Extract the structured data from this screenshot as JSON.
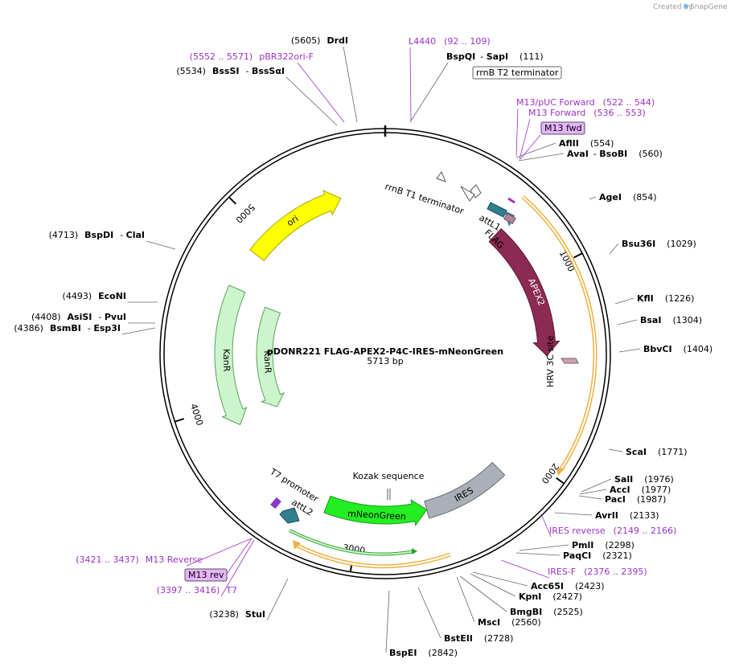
{
  "credit": {
    "prefix": "Created by",
    "brand": "SnapGene"
  },
  "plasmid": {
    "name": "pDONR221 FLAG-APEX2-P4C-IRES-mNeonGreen",
    "size_label": "5713 bp",
    "length": 5713
  },
  "ticks": [
    {
      "bp": 1000,
      "label": "1000"
    },
    {
      "bp": 2000,
      "label": "2000"
    },
    {
      "bp": 3000,
      "label": "3000"
    },
    {
      "bp": 4000,
      "label": "4000"
    },
    {
      "bp": 5000,
      "label": "5000"
    }
  ],
  "features": [
    {
      "name": "ori",
      "label": "ori",
      "start": 4880,
      "end": 5460,
      "dir": 1,
      "color": "#ffff00",
      "stroke": "#a8a800",
      "ring": 3,
      "labelOn": true
    },
    {
      "name": "kanr-outer",
      "label": "KanR",
      "start": 3870,
      "end": 4660,
      "dir": -1,
      "color": "#ccf5cc",
      "stroke": "#5aa05a",
      "ring": 3,
      "labelOn": true
    },
    {
      "name": "kanr-inner",
      "label": "KanR",
      "start": 3870,
      "end": 4620,
      "dir": -1,
      "color": "#ccf5cc",
      "stroke": "#5aa05a",
      "ring": 2,
      "labelOn": true
    },
    {
      "name": "apex2",
      "label": "APEX2",
      "start": 680,
      "end": 1440,
      "dir": 1,
      "color": "#8b2a52",
      "stroke": "#5a1a35",
      "ring": 3,
      "labelOn": true
    },
    {
      "name": "ires",
      "label": "IRES",
      "start": 2150,
      "end": 2620,
      "dir": 0,
      "color": "#a9b0b8",
      "stroke": "#6a7078",
      "ring": 3,
      "labelOn": true
    },
    {
      "name": "mneongreen",
      "label": "mNeonGreen",
      "start": 2620,
      "end": 3190,
      "dir": -1,
      "color": "#22ee22",
      "stroke": "#1a9a1a",
      "ring": 3,
      "labelOn": true
    }
  ],
  "feature_texts": [
    {
      "name": "rrnb-t1-label",
      "text": "rrnB T1 terminator"
    },
    {
      "name": "attl1-label",
      "text": "attL1"
    },
    {
      "name": "flag-label",
      "text": "FLAG"
    },
    {
      "name": "hrv3c-label",
      "text": "HRV 3C site"
    },
    {
      "name": "attl2-label",
      "text": "attL2"
    },
    {
      "name": "t7promoter-label",
      "text": "T7 promoter"
    },
    {
      "name": "kozak-label",
      "text": "Kozak sequence"
    },
    {
      "name": "rrnb-t2-label",
      "text": "rrnB T2 terminator"
    }
  ],
  "enzymes_right": [
    {
      "name": "AflII",
      "pos": "(554)"
    },
    {
      "name": "AvaI",
      "name2": "BsoBI",
      "pos": "(560)"
    },
    {
      "name": "AgeI",
      "pos": "(854)"
    },
    {
      "name": "Bsu36I",
      "pos": "(1029)"
    },
    {
      "name": "KflI",
      "pos": "(1226)"
    },
    {
      "name": "BsaI",
      "pos": "(1304)"
    },
    {
      "name": "BbvCI",
      "pos": "(1404)"
    },
    {
      "name": "ScaI",
      "pos": "(1771)"
    },
    {
      "name": "SalI",
      "pos": "(1976)"
    },
    {
      "name": "AccI",
      "pos": "(1977)"
    },
    {
      "name": "PacI",
      "pos": "(1987)"
    },
    {
      "name": "AvrII",
      "pos": "(2133)"
    },
    {
      "name": "PmlI",
      "pos": "(2298)"
    },
    {
      "name": "PaqCI",
      "pos": "(2321)"
    },
    {
      "name": "Acc65I",
      "pos": "(2423)"
    },
    {
      "name": "KpnI",
      "pos": "(2427)"
    },
    {
      "name": "BmgBI",
      "pos": "(2525)"
    },
    {
      "name": "MscI",
      "pos": "(2560)"
    },
    {
      "name": "BstEII",
      "pos": "(2728)"
    },
    {
      "name": "BspEI",
      "pos": "(2842)"
    }
  ],
  "enzymes_left": [
    {
      "name": "StuI",
      "pos": "(3238)"
    },
    {
      "name": "BsmBI",
      "name2": "Esp3I",
      "pos": "(4386)"
    },
    {
      "name": "AsiSI",
      "name2": "PvuI",
      "pos": "(4408)"
    },
    {
      "name": "EcoNI",
      "pos": "(4493)"
    },
    {
      "name": "BspDI",
      "name2": "ClaI",
      "pos": "(4713)"
    },
    {
      "name": "BssSI",
      "name2": "BssSαI",
      "pos": "(5534)"
    },
    {
      "name": "DrdI",
      "pos": "(5605)"
    },
    {
      "name": "BspQI",
      "name2": "SapI",
      "pos": "(111)"
    }
  ],
  "primers": [
    {
      "name": "L4440",
      "range": "(92 .. 109)"
    },
    {
      "name": "pBR322ori-F",
      "range": "(5552 .. 5571)"
    },
    {
      "name": "M13/pUC Forward",
      "range": "(522 .. 544)"
    },
    {
      "name": "M13 Forward",
      "range": "(536 .. 553)"
    },
    {
      "name": "IRES reverse",
      "range": "(2149 .. 2166)"
    },
    {
      "name": "IRES-F",
      "range": "(2376 .. 2395)"
    },
    {
      "name": "M13 Reverse",
      "range": "(3421 .. 3437)"
    },
    {
      "name": "T7",
      "range": "(3397 .. 3416)"
    }
  ],
  "boxed": {
    "m13fwd": "M13 fwd",
    "m13rev": "M13 rev"
  },
  "colors": {
    "primer": "#9b32c8",
    "backbone": "#000000",
    "orf_outline": "#f0b040",
    "box_fill": "#e6b3ff"
  }
}
